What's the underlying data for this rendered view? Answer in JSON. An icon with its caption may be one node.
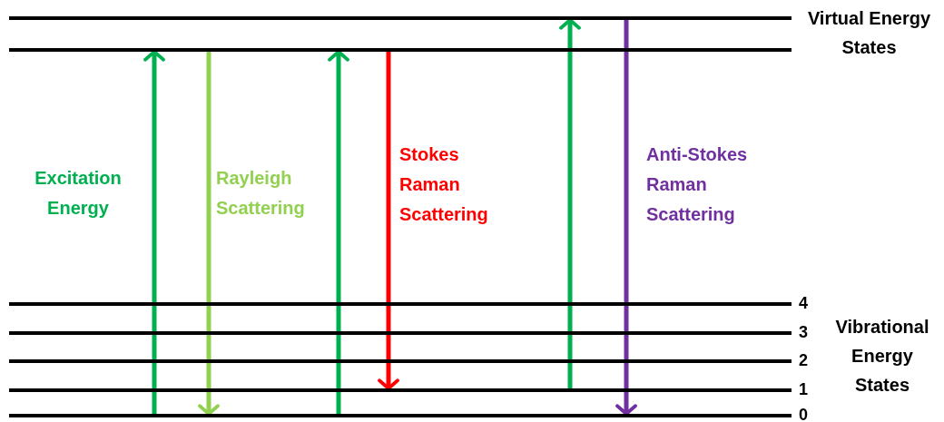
{
  "diagram": {
    "nodes": [
      {
        "text": [],
        "shape": "bar"
      },
      {
        "text": [],
        "shape": "bar"
      },
      {
        "text": [],
        "shape": "bar",
        "beside": [
          "4"
        ]
      },
      {
        "text": [],
        "shape": "bar",
        "beside": [
          "3"
        ]
      },
      {
        "text": [],
        "shape": "bar",
        "beside": [
          "2"
        ]
      },
      {
        "text": [],
        "shape": "bar",
        "beside": [
          "1"
        ]
      },
      {
        "text": [],
        "shape": "bar",
        "beside": [
          "0"
        ]
      }
    ],
    "edges": [
      {
        "from": 6,
        "to": 1,
        "arrow": "to",
        "label": "Excitation Energy"
      },
      {
        "from": 1,
        "to": 6,
        "arrow": "to",
        "label": "Rayleigh Scattering",
        "color": "#92d050"
      },
      {
        "from": 6,
        "to": 1,
        "arrow": "to"
      },
      {
        "from": 1,
        "to": 5,
        "arrow": "to",
        "label": "Stokes Raman Scattering",
        "color": "#ff0000"
      },
      {
        "from": 5,
        "to": 0,
        "arrow": "to"
      },
      {
        "from": 0,
        "to": 6,
        "arrow": "to",
        "label": "Anti-Stokes Raman Scattering",
        "color": "#7030a0"
      }
    ],
    "labels": [
      "Virtual Energy States",
      "Vibrational Energy States"
    ]
  }
}
